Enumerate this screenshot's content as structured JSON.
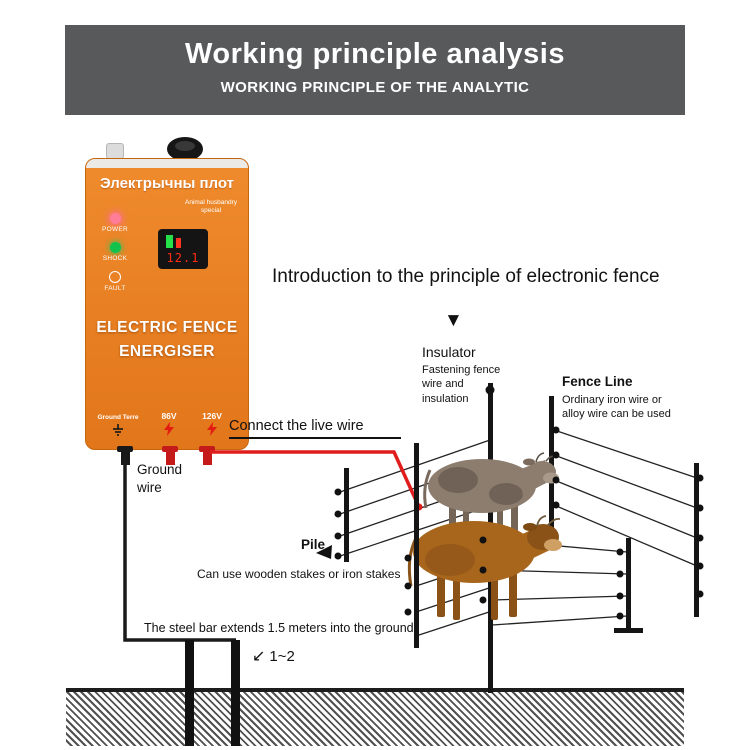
{
  "banner": {
    "title": "Working principle analysis",
    "subtitle": "WORKING PRINCIPLE OF THE ANALYTIC"
  },
  "device": {
    "brand": "Электрычны плот",
    "tagline": "Animal husbandry special",
    "leds": [
      {
        "label": "POWER"
      },
      {
        "label": "SHOCK"
      },
      {
        "label": "FAULT"
      }
    ],
    "display_value": "12.1",
    "title_line1": "ELECTRIC FENCE",
    "title_line2": "ENERGISER",
    "terminals": [
      {
        "label": "Ground Terre"
      },
      {
        "label": "86V"
      },
      {
        "label": "126V"
      }
    ]
  },
  "labels": {
    "intro": "Introduction to the principle of electronic fence",
    "insulator_pointer": "▼",
    "insulator_title": "Insulator",
    "insulator_desc": "Fastening fence wire and insulation",
    "fence_line_title": "Fence Line",
    "fence_line_desc": "Ordinary iron wire or alloy wire can be used",
    "live_wire": "Connect the live wire",
    "ground_wire": "Ground wire",
    "pile_title": "Pile",
    "pile_desc": "Can use wooden stakes or iron stakes",
    "steel_bar": "The steel bar extends 1.5 meters into the ground",
    "depth_arrow": "↙",
    "depth": "1~2"
  },
  "colors": {
    "banner_bg": "#58595b",
    "device_orange": "#e8801f",
    "live_wire_red": "#e01d1d",
    "led_power": "#ff7d97",
    "led_shock": "#12c24d",
    "display_digits": "#ff2a12"
  }
}
